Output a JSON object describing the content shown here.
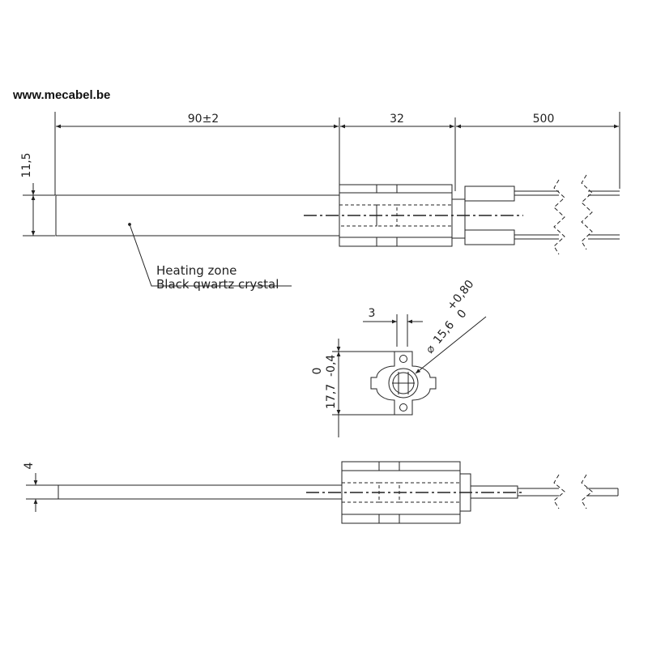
{
  "site_url": "www.mecabel.be",
  "dimensions": {
    "heating_length": "90±2",
    "body_length": "32",
    "wire_length": "500",
    "diameter_top": "11,5",
    "diameter_bottom": "4",
    "slot_width": "3",
    "flange_diameter": "15,6",
    "flange_tol_upper": "+0,80",
    "flange_tol_lower": "0",
    "flange_height": "17,7",
    "height_tol_lower": "-0,4",
    "height_tol_upper": "0"
  },
  "annotations": {
    "heating_zone": "Heating zone",
    "material": "Black qwartz crystal"
  }
}
